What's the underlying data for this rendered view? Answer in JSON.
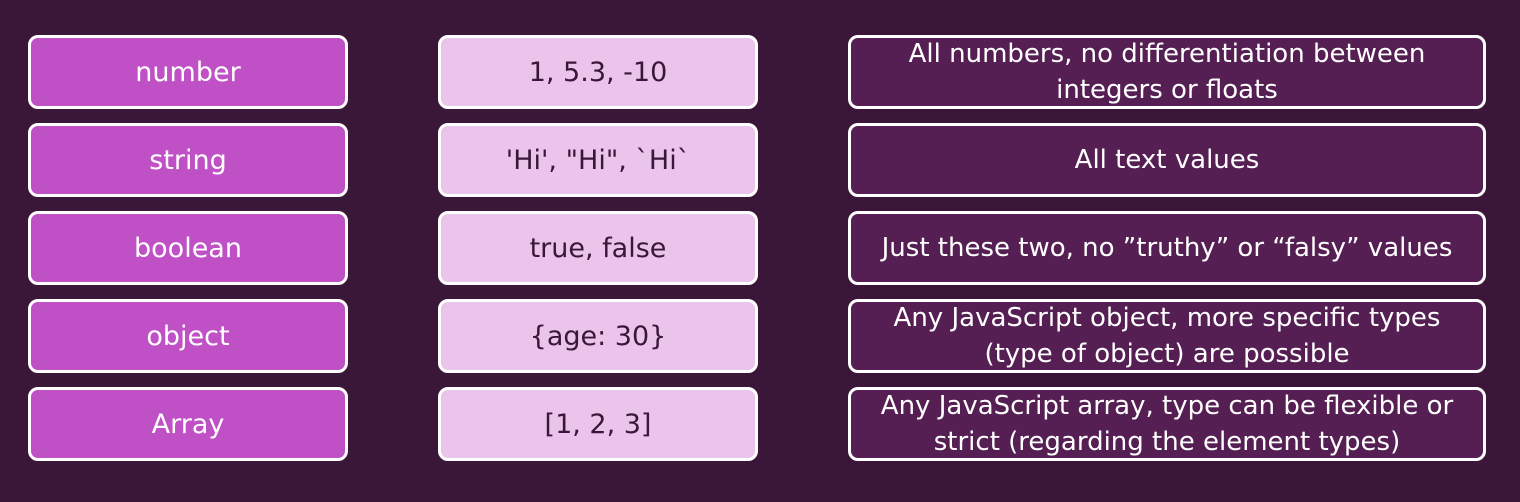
{
  "rows": [
    {
      "type": "number",
      "example": "1, 5.3, -10",
      "description": "All numbers, no differentiation between integers or floats"
    },
    {
      "type": "string",
      "example": "'Hi', \"Hi\", `Hi`",
      "description": "All text values"
    },
    {
      "type": "boolean",
      "example": "true, false",
      "description": "Just these two, no ”truthy” or “falsy” values"
    },
    {
      "type": "object",
      "example": "{age: 30}",
      "description": "Any JavaScript object, more specific types (type of object) are possible"
    },
    {
      "type": "Array",
      "example": "[1, 2, 3]",
      "description": "Any JavaScript array, type can be flexible or strict (regarding the element types)"
    }
  ],
  "colors": {
    "background": "#3a1739",
    "type_fill": "#c050c5",
    "example_fill": "#eac4eb",
    "description_fill": "#561f54",
    "border": "#ffffff"
  }
}
